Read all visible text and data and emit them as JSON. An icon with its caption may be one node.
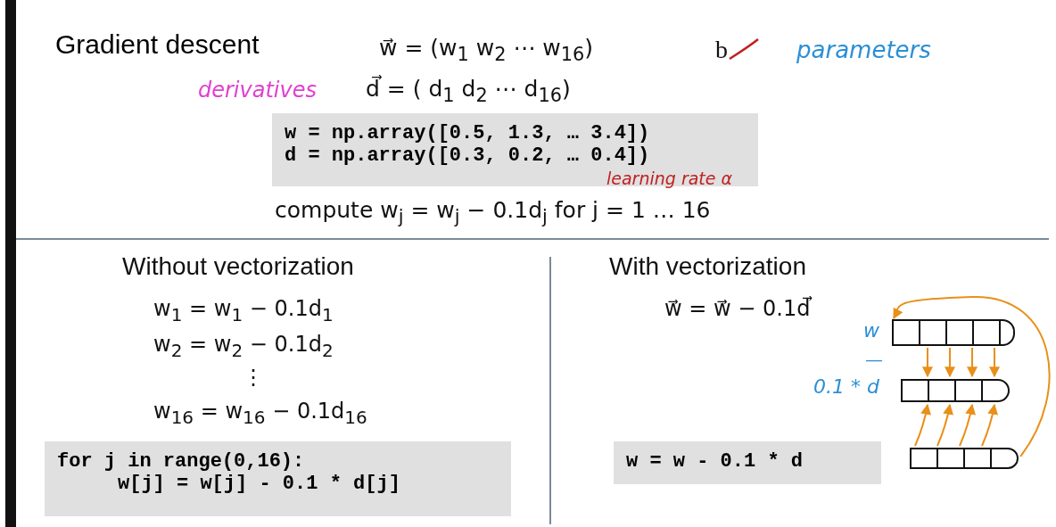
{
  "diagram": {
    "title": "Gradient descent",
    "nodes": [
      {
        "text": [
          "w = np.array([0.5, 1.3, … 3.4])",
          "d = np.array([0.3, 0.2, … 0.4])"
        ]
      },
      {
        "text": [
          "for j in range(0,16):",
          "w[j] = w[j] - 0.1 * d[j]"
        ]
      },
      {
        "text": [
          "w = w - 0.1 * d"
        ]
      },
      {
        "text": [],
        "shape": "bar",
        "beside": [
          "w"
        ]
      },
      {
        "text": [],
        "shape": "bar",
        "beside": [
          "0.1 * d"
        ]
      },
      {
        "text": [],
        "shape": "bar"
      }
    ],
    "edges": [
      {
        "from": 3,
        "to": 4,
        "arrow": "to",
        "color": "#e8901a"
      },
      {
        "from": 3,
        "to": 4,
        "arrow": "to",
        "color": "#e8901a"
      },
      {
        "from": 3,
        "to": 4,
        "arrow": "to",
        "color": "#e8901a"
      },
      {
        "from": 3,
        "to": 4,
        "arrow": "to",
        "color": "#e8901a"
      },
      {
        "from": 5,
        "to": 4,
        "arrow": "to",
        "color": "#e8901a"
      },
      {
        "from": 5,
        "to": 4,
        "arrow": "to",
        "color": "#e8901a"
      },
      {
        "from": 5,
        "to": 4,
        "arrow": "to",
        "color": "#e8901a"
      },
      {
        "from": 5,
        "to": 4,
        "arrow": "to",
        "color": "#e8901a"
      },
      {
        "from": 5,
        "to": 3,
        "arrow": "to",
        "color": "#e8901a"
      }
    ],
    "labels": [
      "w⃗ = (w$_{1}$   w$_{2}$   ⋯   w$_{16}$)",
      "b",
      "parameters",
      "derivatives",
      "d⃗ = ( d$_{1}$   d$_{2}$   ⋯   d$_{16}$)",
      "learning rate α",
      "compute  w$_{j}$ = w$_{j}$ − 0.1d$_{j}$ for j = 1 … 16",
      "Without vectorization",
      "With vectorization",
      "w$_{1}$ = w$_{1}$ − 0.1d$_{1}$",
      "w⃗ = w⃗  − 0.1d⃗",
      "w$_{2}$ = w$_{2}$ − 0.1d$_{2}$",
      "⋮",
      "w$_{16}$ = w$_{16}$ − 0.1d$_{16}$",
      "—"
    ]
  }
}
